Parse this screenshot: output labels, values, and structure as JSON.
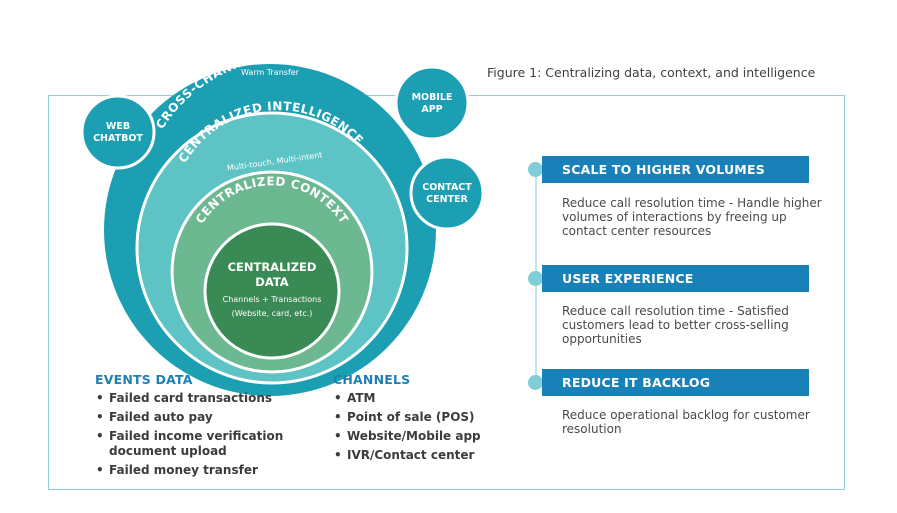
{
  "caption": "Figure 1: Centralizing data, context, and intelligence",
  "rings": {
    "outer": {
      "title": "CROSS-CHANNEL ORCHESTRATION",
      "subtitle": "Warm Transfer"
    },
    "intelligence": {
      "title": "CENTRALIZED INTELLIGENCE",
      "subtitle": "Multi-touch, Multi-intent"
    },
    "context": {
      "title": "CENTRALIZED CONTEXT"
    },
    "data": {
      "title_line1": "CENTRALIZED",
      "title_line2": "DATA",
      "detail_line1": "Channels + Transactions",
      "detail_line2": "(Website, card, etc.)"
    }
  },
  "satellites": {
    "web": {
      "line1": "WEB",
      "line2": "CHATBOT"
    },
    "mobile": {
      "line1": "MOBILE",
      "line2": "APP"
    },
    "contact": {
      "line1": "CONTACT",
      "line2": "CENTER"
    }
  },
  "events": {
    "title": "EVENTS DATA",
    "items": [
      "Failed card transactions",
      "Failed auto pay",
      "Failed income verification document upload",
      "Failed money transfer"
    ]
  },
  "channels": {
    "title": "CHANNELS",
    "items": [
      "ATM",
      "Point of sale (POS)",
      "Website/Mobile app",
      "IVR/Contact center"
    ]
  },
  "benefits": [
    {
      "title": "SCALE TO HIGHER VOLUMES",
      "text": "Reduce call resolution time - Handle higher volumes of interactions by freeing up contact center resources"
    },
    {
      "title": "USER EXPERIENCE",
      "text": "Reduce call resolution time - Satisfied customers lead to better cross-selling opportunities"
    },
    {
      "title": "REDUCE IT BACKLOG",
      "text": "Reduce operational backlog for customer resolution"
    }
  ],
  "colors": {
    "outer_ring": "#1d9fb3",
    "intelligence_ring": "#53bfc3",
    "context_ring": "#6bb890",
    "data_core": "#3a8a55",
    "header_blue": "#1a80b8",
    "frame": "#8fd0d8"
  }
}
